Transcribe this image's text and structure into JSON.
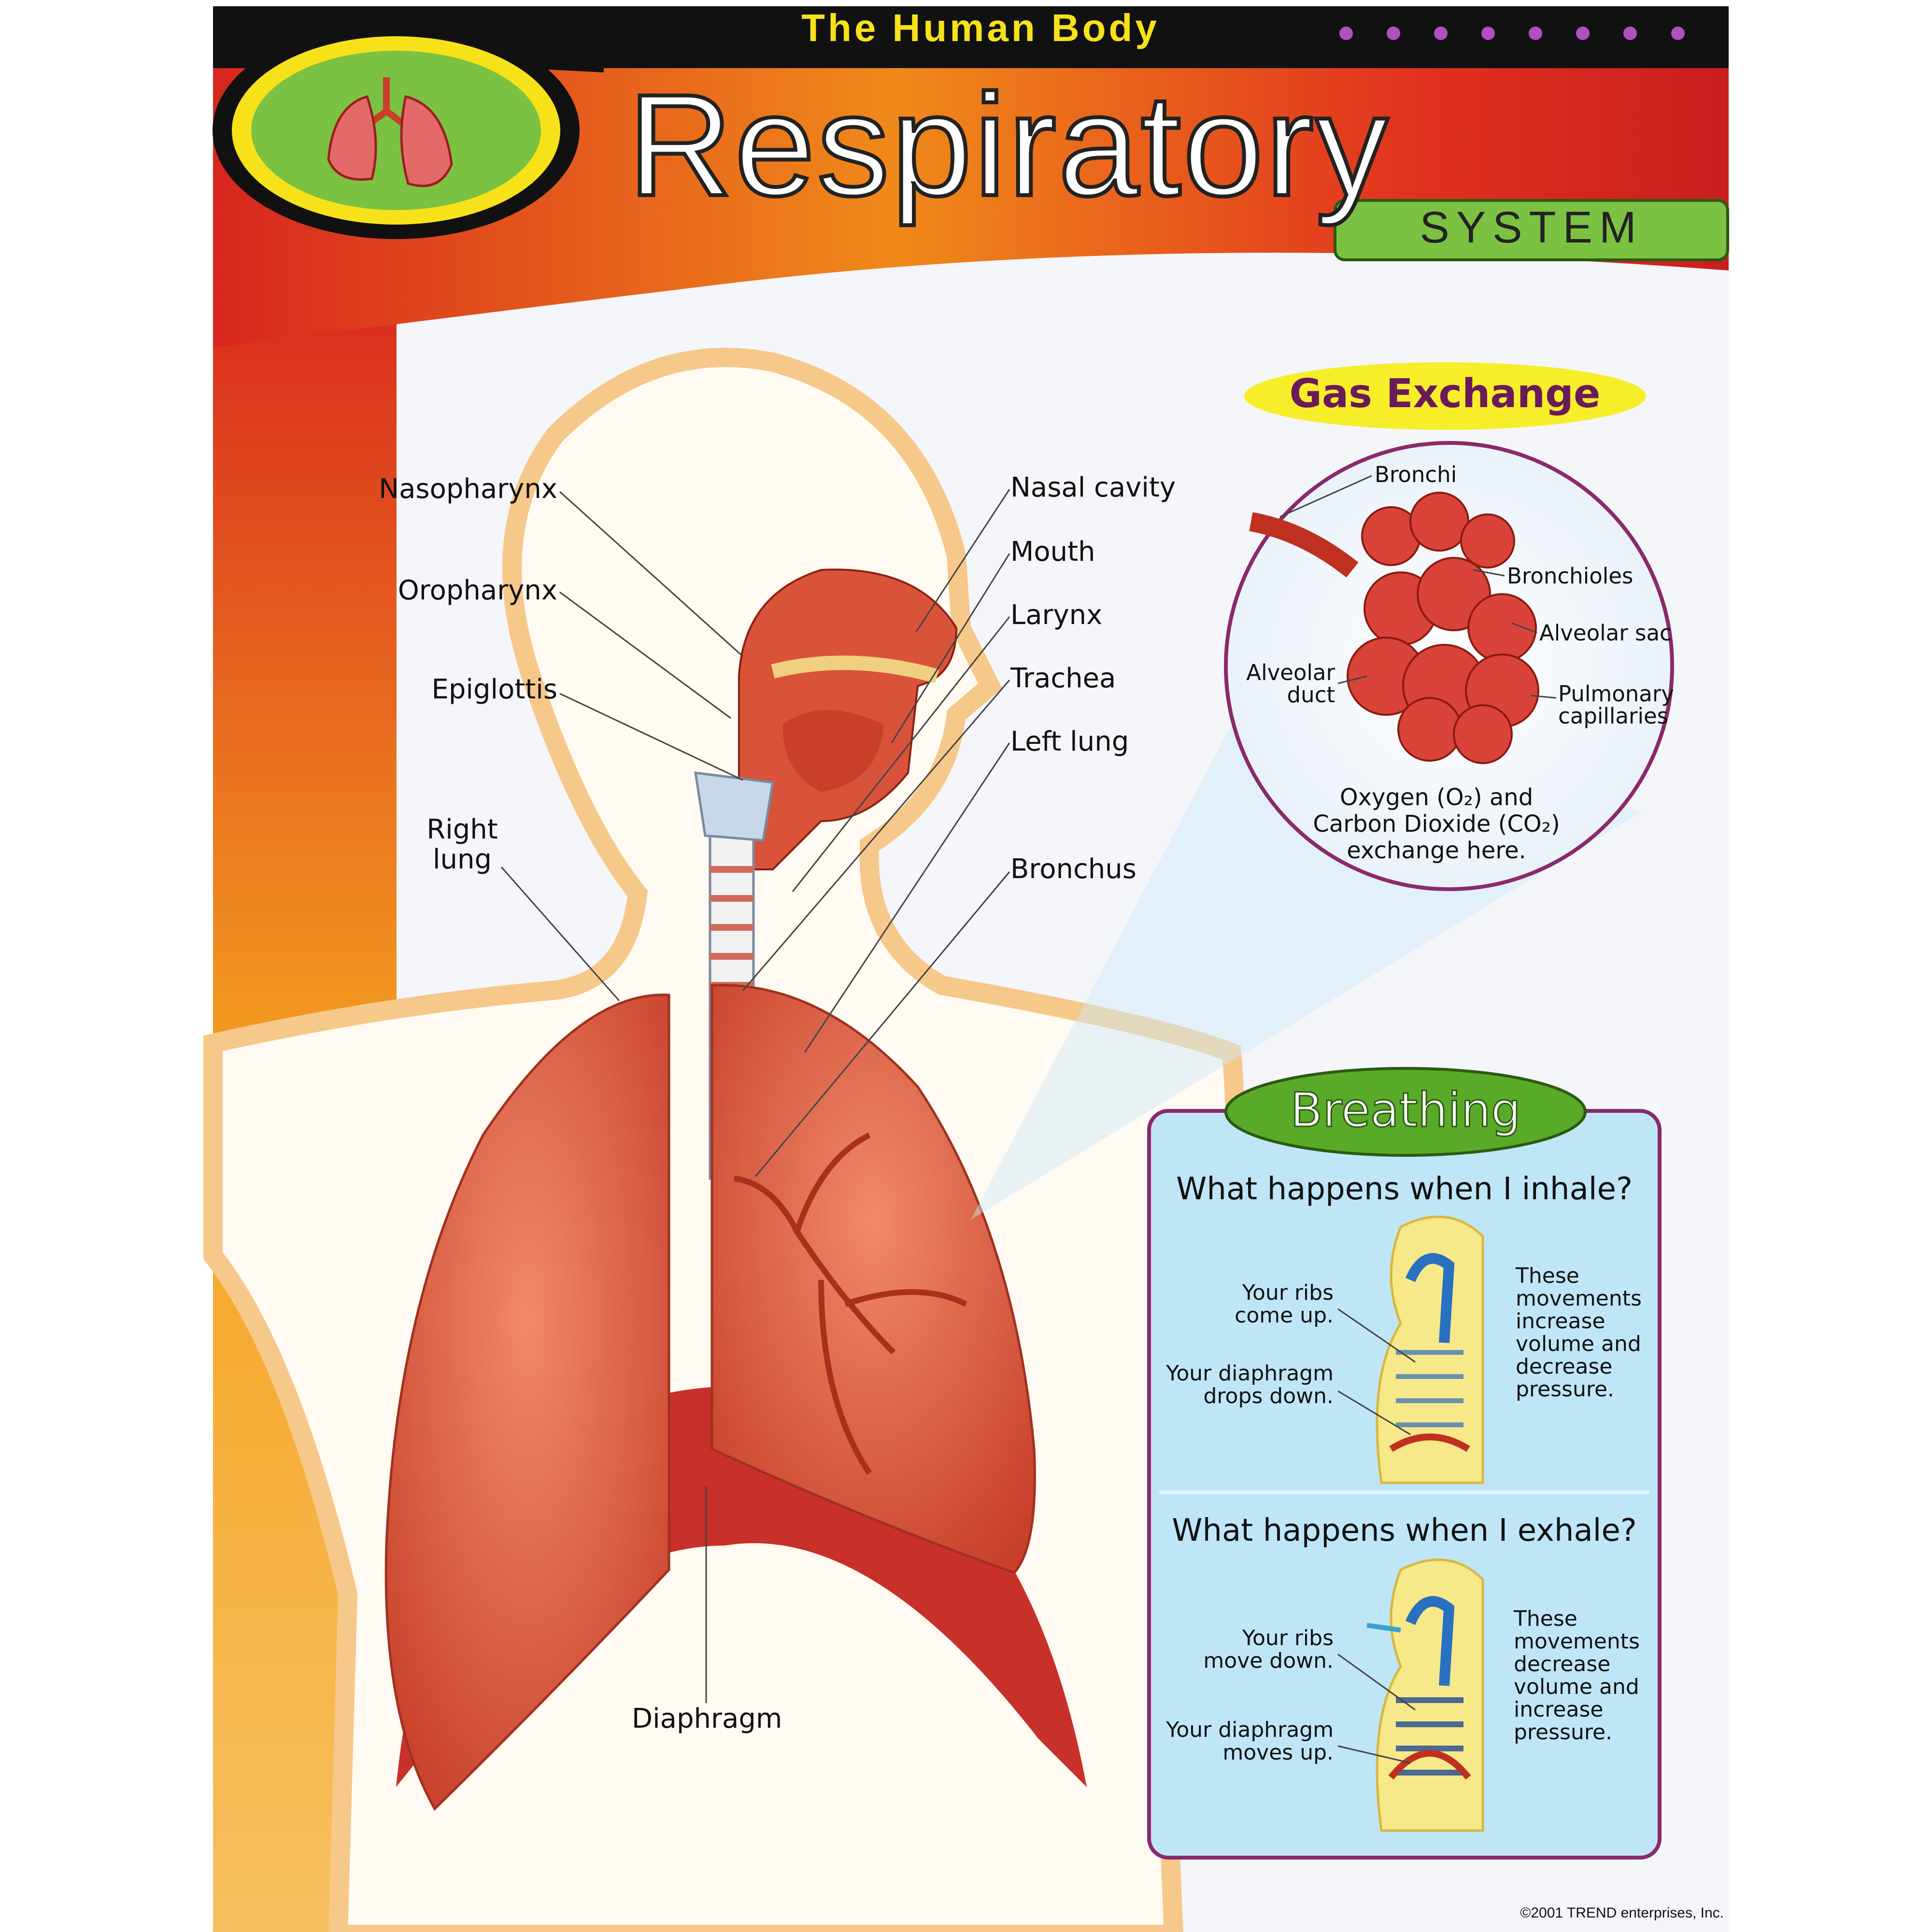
{
  "header": {
    "series_title": "The Human Body",
    "title": "Respiratory",
    "subtitle": "SYSTEM",
    "logo_icon": "lungs-icon"
  },
  "diagram_labels": {
    "left": [
      "Nasopharynx",
      "Oropharynx",
      "Epiglottis"
    ],
    "right_lung": [
      "Right",
      "lung"
    ],
    "right": [
      "Nasal cavity",
      "Mouth",
      "Larynx",
      "Trachea",
      "Left lung",
      "Bronchus"
    ],
    "bottom": "Diaphragm"
  },
  "gas_exchange": {
    "title": "Gas Exchange",
    "labels": {
      "bronchi": "Bronchi",
      "bronchioles": "Bronchioles",
      "alveolar_sac": "Alveolar sac",
      "alveolar_duct": [
        "Alveolar",
        "duct"
      ],
      "pulmonary_capillaries": [
        "Pulmonary",
        "capillaries"
      ]
    },
    "caption": [
      "Oxygen (O₂) and",
      "Carbon Dioxide (CO₂)",
      "exchange here."
    ]
  },
  "breathing": {
    "title": "Breathing",
    "inhale": {
      "question": "What happens when I inhale?",
      "ribs": [
        "Your ribs",
        "come up."
      ],
      "diaphragm": [
        "Your diaphragm",
        "drops down."
      ],
      "effect": [
        "These",
        "movements",
        "increase",
        "volume and",
        "decrease",
        "pressure."
      ]
    },
    "exhale": {
      "question": "What happens when I exhale?",
      "ribs": [
        "Your ribs",
        "move down."
      ],
      "diaphragm": [
        "Your diaphragm",
        "moves up."
      ],
      "effect": [
        "These",
        "movements",
        "decrease",
        "volume and",
        "increase",
        "pressure."
      ]
    }
  },
  "copyright": "©2001 TREND enterprises, Inc.",
  "colors": {
    "header_red": "#d8261e",
    "header_orange": "#f5a320",
    "logo_green": "#7cc242",
    "gas_pill_yellow": "#f7ee2a",
    "gas_title_purple": "#6a1a5a",
    "panel_blue": "#bfe6f7",
    "panel_border": "#8a2a6a",
    "lung_red": "#d9533a"
  }
}
